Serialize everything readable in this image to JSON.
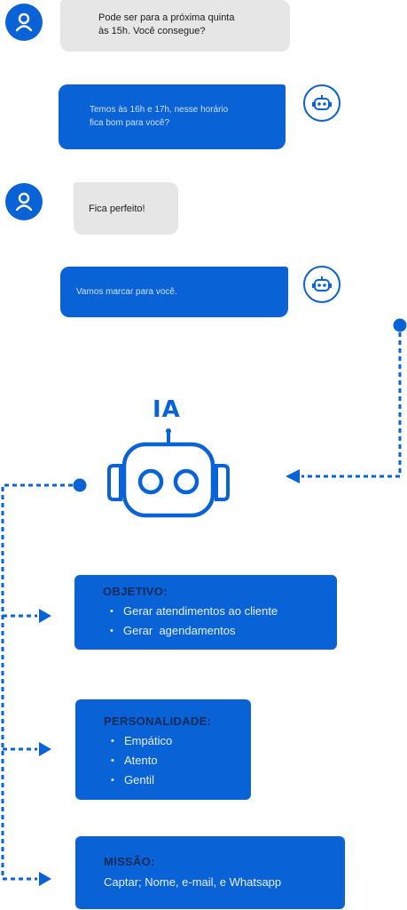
{
  "colors": {
    "accent": "#0a63d6",
    "user_bubble": "#e6e6e6"
  },
  "chat": {
    "messages": [
      {
        "sender": "user",
        "text": "Pode ser para a próxima quinta\nàs 15h. Você consegue?"
      },
      {
        "sender": "bot",
        "text": "Temos às 16h e 17h, nesse horário\nfica bom para você?"
      },
      {
        "sender": "user",
        "text": "Fica perfeito!"
      },
      {
        "sender": "bot",
        "text": "Vamos marcar para você."
      }
    ]
  },
  "ia": {
    "label": "IA",
    "icon": "robot-icon"
  },
  "cards": [
    {
      "title": "OBJETIVO:",
      "items": [
        "Gerar atendimentos ao cliente",
        "Gerar  agendamentos"
      ]
    },
    {
      "title": "PERSONALIDADE:",
      "items": [
        "Empático",
        "Atento",
        "Gentil"
      ]
    },
    {
      "title": "MISSÃO:",
      "text": "Captar; Nome, e-mail, e Whatsapp"
    }
  ]
}
